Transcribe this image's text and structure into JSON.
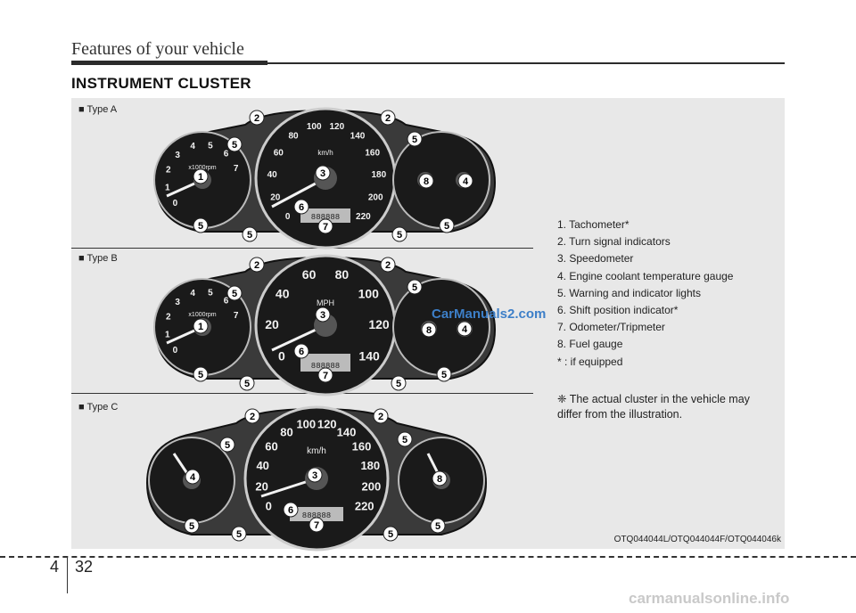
{
  "header": {
    "section_title": "Features of your vehicle"
  },
  "page_title": "INSTRUMENT CLUSTER",
  "clusters": [
    {
      "type_label": "■ Type A"
    },
    {
      "type_label": "■ Type B"
    },
    {
      "type_label": "■ Type C"
    }
  ],
  "legend": {
    "items": [
      "1. Tachometer*",
      "2. Turn signal indicators",
      "3. Speedometer",
      "4. Engine coolant temperature gauge",
      "5. Warning and indicator lights",
      "6. Shift position indicator*",
      "7. Odometer/Tripmeter",
      "8. Fuel gauge",
      "* : if equipped"
    ],
    "note": "❈ The actual cluster in the vehicle may differ from the illustration."
  },
  "reference_code": "OTQ044044L/OTQ044044F/OTQ044046k",
  "watermark": "CarManuals2.com",
  "footer": {
    "chapter": "4",
    "page": "32",
    "site": "carmanualsonline.info"
  },
  "gauge_text": {
    "tacho_scale": [
      "0",
      "1",
      "2",
      "3",
      "4",
      "5",
      "6",
      "7"
    ],
    "tacho_unit": "x1000rpm",
    "speed_kmh_scale": [
      "0",
      "20",
      "40",
      "60",
      "80",
      "100",
      "120",
      "140",
      "160",
      "180",
      "200",
      "220"
    ],
    "speed_mph_scale": [
      "0",
      "20",
      "40",
      "60",
      "80",
      "100",
      "120",
      "140"
    ],
    "unit_kmh": "km/h",
    "unit_mph": "MPH",
    "odo_text": "888888",
    "callouts": [
      "1",
      "2",
      "3",
      "4",
      "5",
      "6",
      "7",
      "8"
    ]
  },
  "colors": {
    "panel_bg": "#e8e8e8",
    "cluster_body": "#3a3a3a",
    "dial_face": "#1a1a1a",
    "callout_fill": "#ffffff"
  }
}
